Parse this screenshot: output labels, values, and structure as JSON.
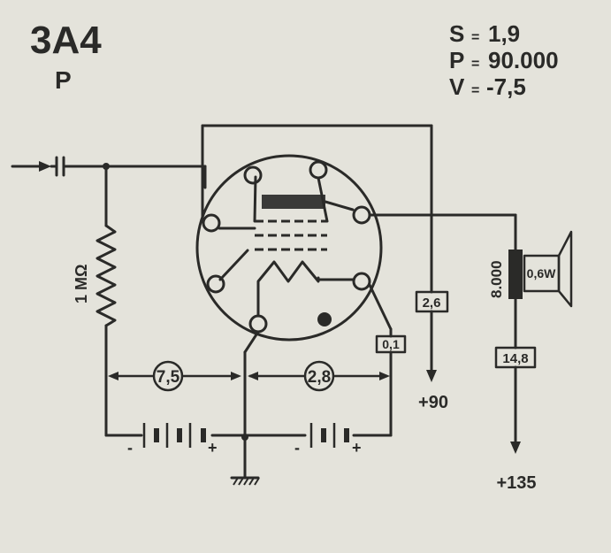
{
  "tube": {
    "type": "3A4",
    "subtitle": "P"
  },
  "params": [
    {
      "sym": "S",
      "sep": "=",
      "value": "1,9"
    },
    {
      "sym": "P",
      "sep": "=",
      "value": "90.000"
    },
    {
      "sym": "V",
      "sep": "=",
      "value": "-7,5"
    }
  ],
  "components": {
    "grid_resistor": "1 MΩ",
    "screen_current": "2,6",
    "plate_current": "14,8",
    "cathode_resistor": "0,1",
    "output_transformer": "8.000",
    "speaker_power": "0,6W"
  },
  "supply": {
    "grid_bias": "7,5",
    "filament": "2,8",
    "screen_voltage": "+90",
    "plate_voltage": "+135",
    "minus": "-",
    "plus": "+"
  }
}
